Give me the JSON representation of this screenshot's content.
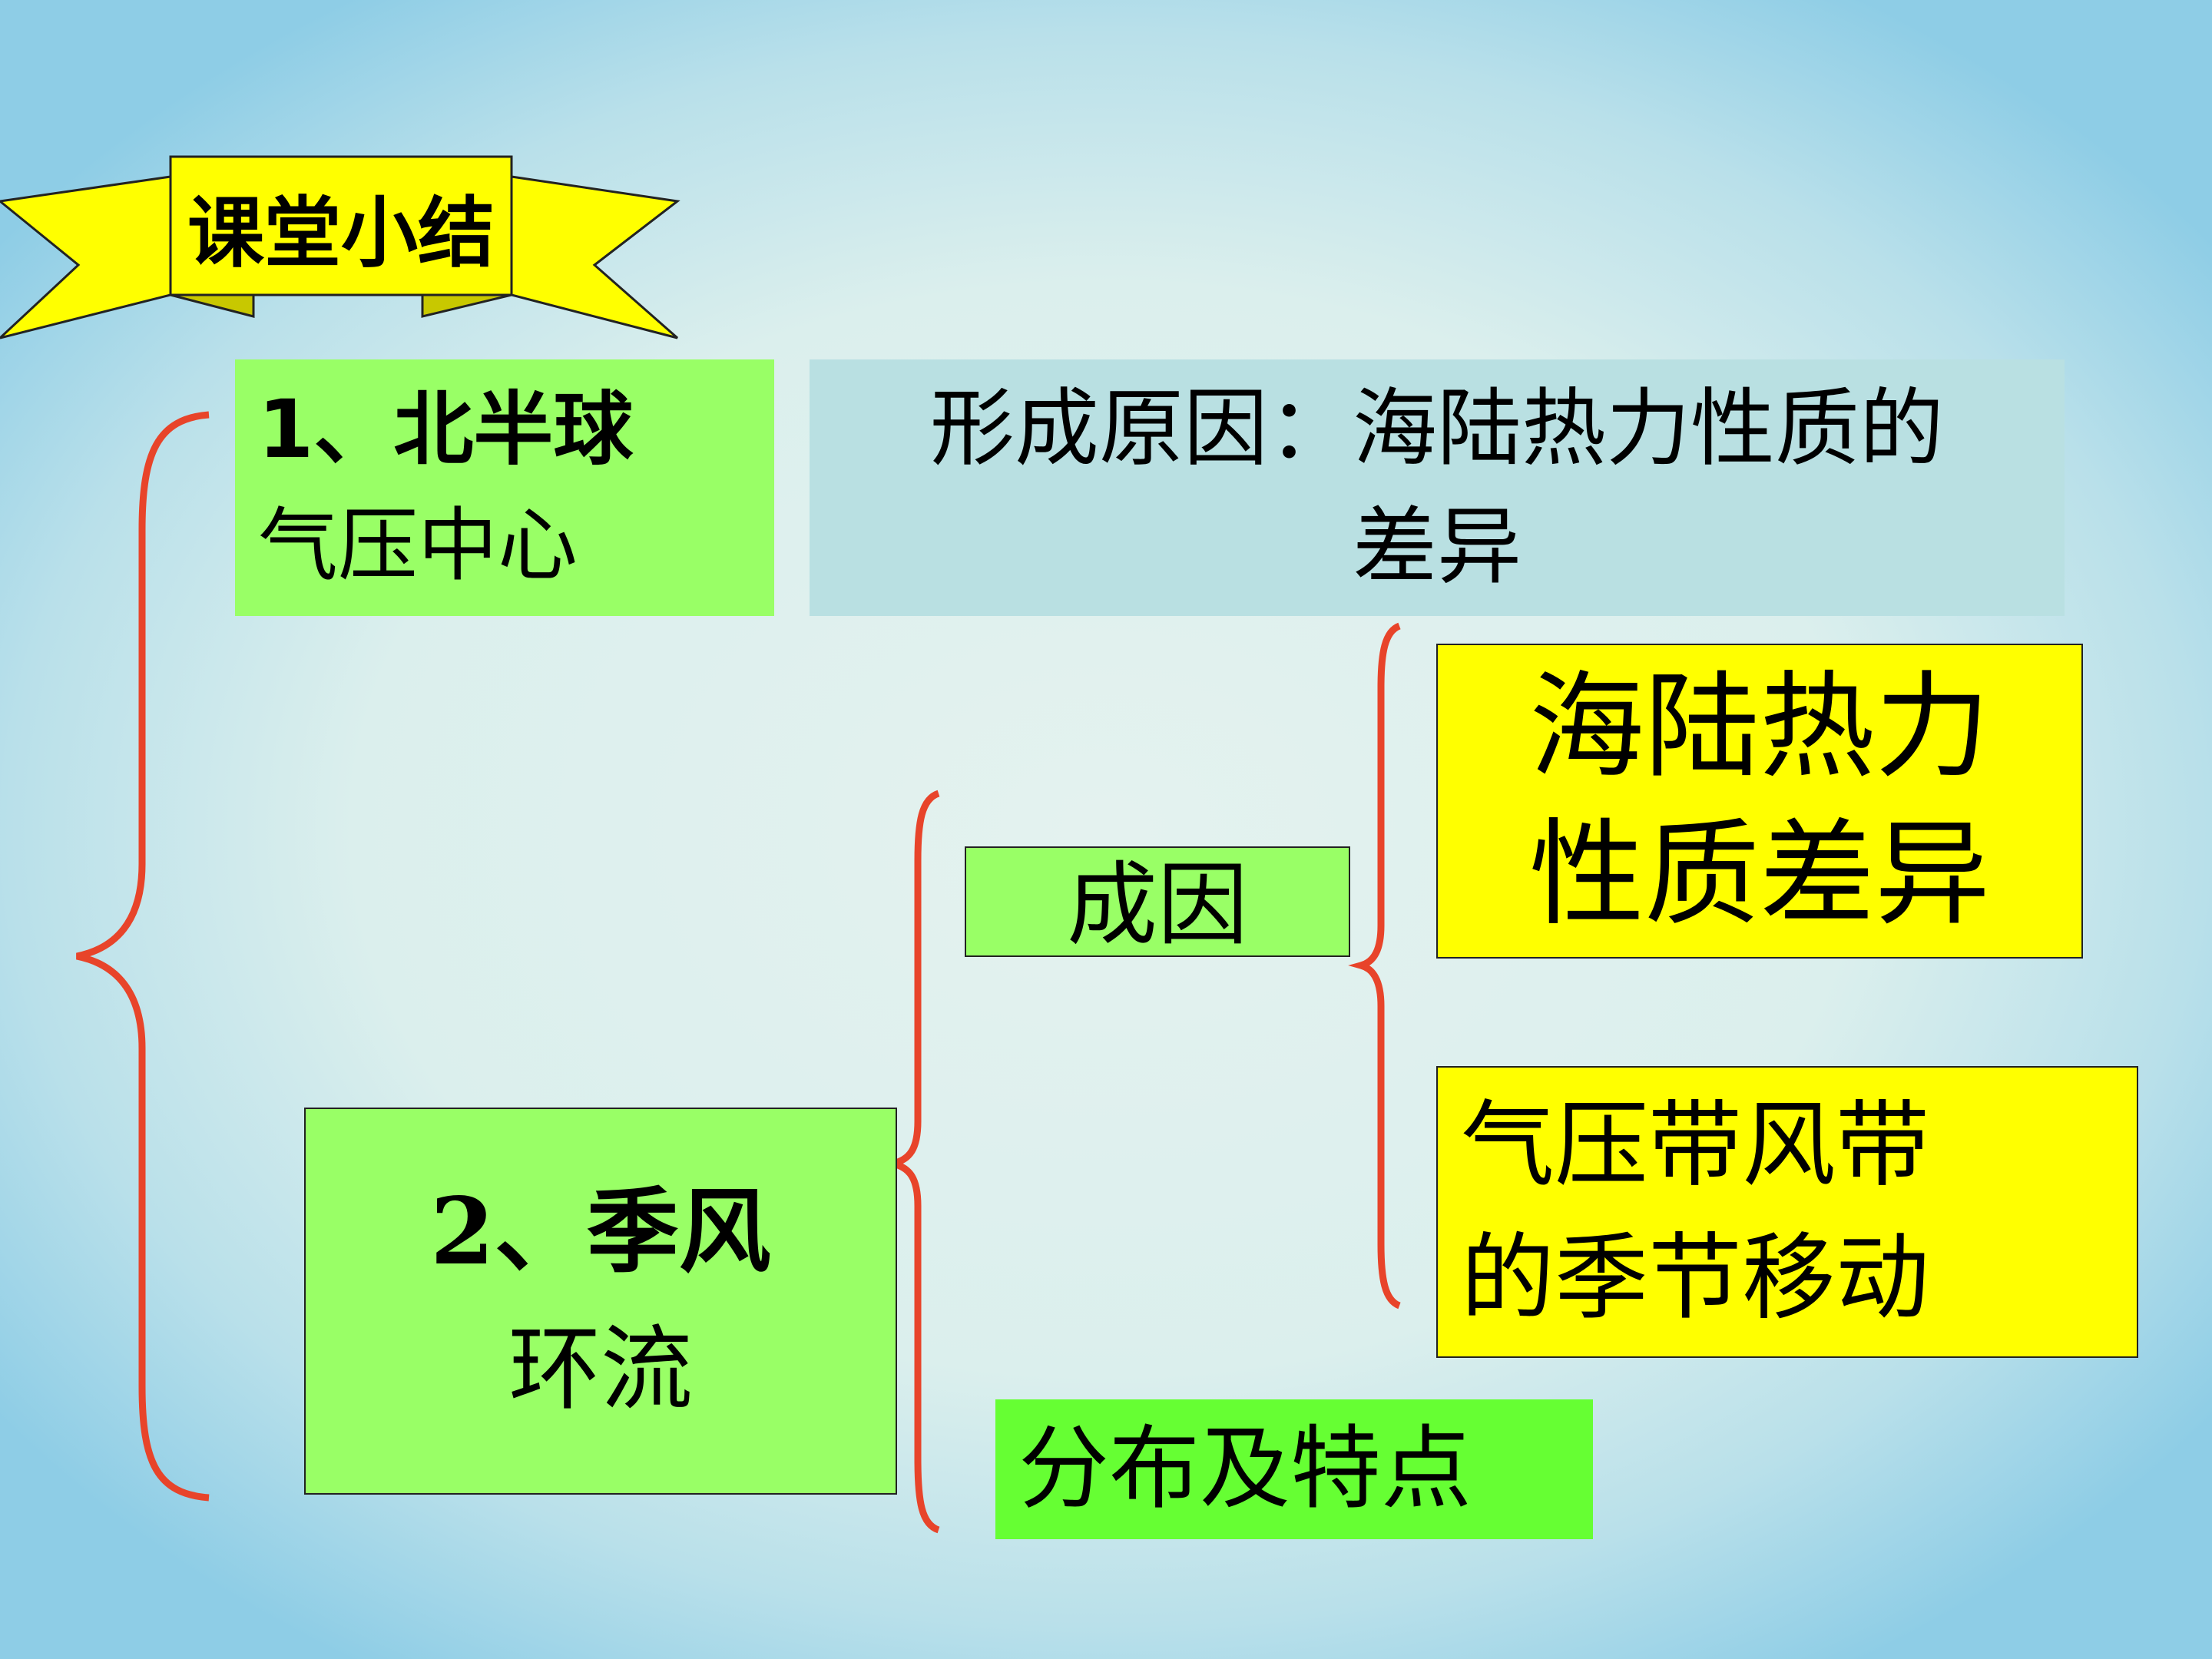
{
  "colors": {
    "green": "#99ff66",
    "light_green": "#66ff33",
    "yellow": "#ffff00",
    "blue_gray": "#b9e0e2",
    "bracket_red": "#e8442a",
    "ribbon_yellow": "#ffff00"
  },
  "title": {
    "text": "课堂小结"
  },
  "node1": {
    "line1": "1、北半球",
    "line2": "气压中心"
  },
  "formation": {
    "line1": "形成原因：海陆热力性质的",
    "line2": "差异"
  },
  "node2": {
    "line1": "2、季风",
    "line2": "环流"
  },
  "cause": {
    "text": "成因"
  },
  "cause_a": {
    "line1": "海陆热力",
    "line2": "性质差异"
  },
  "cause_b": {
    "line1": "气压带风带",
    "line2": "的季节移动"
  },
  "distribution": {
    "text": "分布及特点"
  }
}
